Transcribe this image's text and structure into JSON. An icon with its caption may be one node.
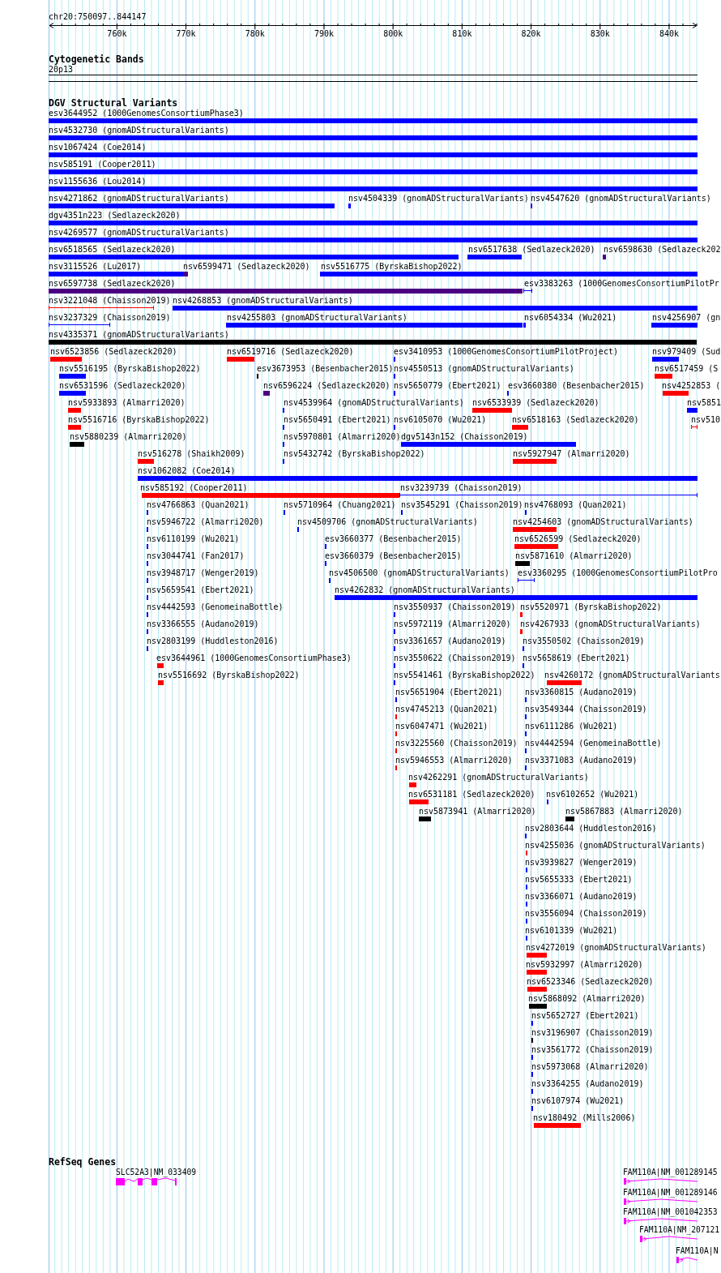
{
  "diagram": {
    "labels": [
      "chr20:750097..844147",
      "760k",
      "770k",
      "780k",
      "790k",
      "800k",
      "810k",
      "820k",
      "830k",
      "840k",
      "Cytogenetic Bands",
      "20p13",
      "DGV Structural Variants",
      "esv3644952 (1000GenomesConsortiumPhase3)",
      "nsv4532730 (gnomADStructuralVariants)",
      "nsv1067424 (Coe2014)",
      "nsv585191 (Cooper2011)",
      "nsv1155636 (Lou2014)",
      "nsv4271862 (gnomADStructuralVariants)",
      "nsv4504339 (gnomADStructuralVariants)",
      "nsv4547620 (gnomADStructuralVariants)",
      "dgv4351n223 (Sedlazeck2020)",
      "nsv4269577 (gnomADStructuralVariants)",
      "nsv6518565 (Sedlazeck2020)",
      "nsv6517638 (Sedlazeck2020)",
      "nsv6598630 (Sedlazeck202",
      "nsv3115526 (Lu2017)",
      "nsv6599471 (Sedlazeck2020)",
      "nsv5516775 (ByrskaBishop2022)",
      "nsv6597738 (Sedlazeck2020)",
      "esv3383263 (1000GenomesConsortiumPilotPr",
      "nsv3221048 (Chaisson2019)",
      "nsv4268853 (gnomADStructuralVariants)",
      "nsv3237329 (Chaisson2019)",
      "nsv4255803 (gnomADStructuralVariants)",
      "nsv6054334 (Wu2021)",
      "nsv4256907 (gn",
      "nsv4335371 (gnomADStructuralVariants)",
      "nsv6523856 (Sedlazeck2020)",
      "nsv6519716 (Sedlazeck2020)",
      "esv3410953 (1000GenomesConsortiumPilotProject)",
      "nsv979409 (Sud",
      "nsv5516195 (ByrskaBishop2022)",
      "esv3673953 (Besenbacher2015)",
      "nsv4550513 (gnomADStructuralVariants)",
      "nsv6517459 (S",
      "nsv6531596 (Sedlazeck2020)",
      "nsv6596224 (Sedlazeck2020)",
      "nsv5650779 (Ebert2021)",
      "esv3660380 (Besenbacher2015)",
      "nsv4252853 (",
      "nsv5933893 (Almarri2020)",
      "nsv4539964 (gnomADStructuralVariants)",
      "nsv6533939 (Sedlazeck2020)",
      "nsv5851",
      "nsv5516716 (ByrskaBishop2022)",
      "nsv5650491 (Ebert2021)",
      "nsv6105070 (Wu2021)",
      "nsv6518163 (Sedlazeck2020)",
      "nsv510",
      "nsv5880239 (Almarri2020)",
      "nsv5970801 (Almarri2020)",
      "dgv5143n152 (Chaisson2019)",
      "nsv516278 (Shaikh2009)",
      "nsv5432742 (ByrskaBishop2022)",
      "nsv5927947 (Almarri2020)",
      "nsv1062082 (Coe2014)",
      "nsv585192 (Cooper2011)",
      "nsv3239739 (Chaisson2019)",
      "nsv4766863 (Quan2021)",
      "nsv5710964 (Chuang2021)",
      "nsv3545291 (Chaisson2019)",
      "nsv4768093 (Quan2021)",
      "nsv5946722 (Almarri2020)",
      "nsv4509706 (gnomADStructuralVariants)",
      "nsv4254603 (gnomADStructuralVariants)",
      "nsv6110199 (Wu2021)",
      "esv3660377 (Besenbacher2015)",
      "nsv6526599 (Sedlazeck2020)",
      "nsv3044741 (Fan2017)",
      "esv3660379 (Besenbacher2015)",
      "nsv5871610 (Almarri2020)",
      "nsv3948717 (Wenger2019)",
      "nsv4506500 (gnomADStructuralVariants)",
      "esv3360295 (1000GenomesConsortiumPilotPro",
      "nsv5659541 (Ebert2021)",
      "nsv4262832 (gnomADStructuralVariants)",
      "nsv4442593 (GenomeinaBottle)",
      "nsv3550937 (Chaisson2019)",
      "nsv5520971 (ByrskaBishop2022)",
      "nsv3366555 (Audano2019)",
      "nsv5972119 (Almarri2020)",
      "nsv4267933 (gnomADStructuralVariants)",
      "nsv2803199 (Huddleston2016)",
      "nsv3361657 (Audano2019)",
      "nsv3550502 (Chaisson2019)",
      "esv3644961 (1000GenomesConsortiumPhase3)",
      "nsv3550622 (Chaisson2019)",
      "nsv5658619 (Ebert2021)",
      "nsv5516692 (ByrskaBishop2022)",
      "nsv5541461 (ByrskaBishop2022)",
      "nsv4260172 (gnomADStructuralVariants",
      "nsv5651904 (Ebert2021)",
      "nsv3360815 (Audano2019)",
      "nsv4745213 (Quan2021)",
      "nsv3549344 (Chaisson2019)",
      "nsv6047471 (Wu2021)",
      "nsv6111286 (Wu2021)",
      "nsv3225560 (Chaisson2019)",
      "nsv4442594 (GenomeinaBottle)",
      "nsv5946553 (Almarri2020)",
      "nsv3371083 (Audano2019)",
      "nsv4262291 (gnomADStructuralVariants)",
      "nsv6531181 (Sedlazeck2020)",
      "nsv6102652 (Wu2021)",
      "nsv5873941 (Almarri2020)",
      "nsv5867883 (Almarri2020)",
      "nsv2803644 (Huddleston2016)",
      "nsv4255036 (gnomADStructuralVariants)",
      "nsv3939827 (Wenger2019)",
      "nsv5655333 (Ebert2021)",
      "nsv3366071 (Audano2019)",
      "nsv3556094 (Chaisson2019)",
      "nsv6101339 (Wu2021)",
      "nsv4272019 (gnomADStructuralVariants)",
      "nsv5932997 (Almarri2020)",
      "nsv6523346 (Sedlazeck2020)",
      "nsv5868092 (Almarri2020)",
      "nsv5652727 (Ebert2021)",
      "nsv3196907 (Chaisson2019)",
      "nsv3561772 (Chaisson2019)",
      "nsv5973068 (Almarri2020)",
      "nsv3364255 (Audano2019)",
      "nsv6107974 (Wu2021)",
      "nsv180492 (Mills2006)",
      "RefSeq Genes",
      "SLC52A3|NM_033409",
      "FAM110A|NM_001289145",
      "FAM110A|NM_001289146",
      "FAM110A|NM_001042353",
      "FAM110A|NM_207121",
      "FAM110A|N"
    ]
  }
}
